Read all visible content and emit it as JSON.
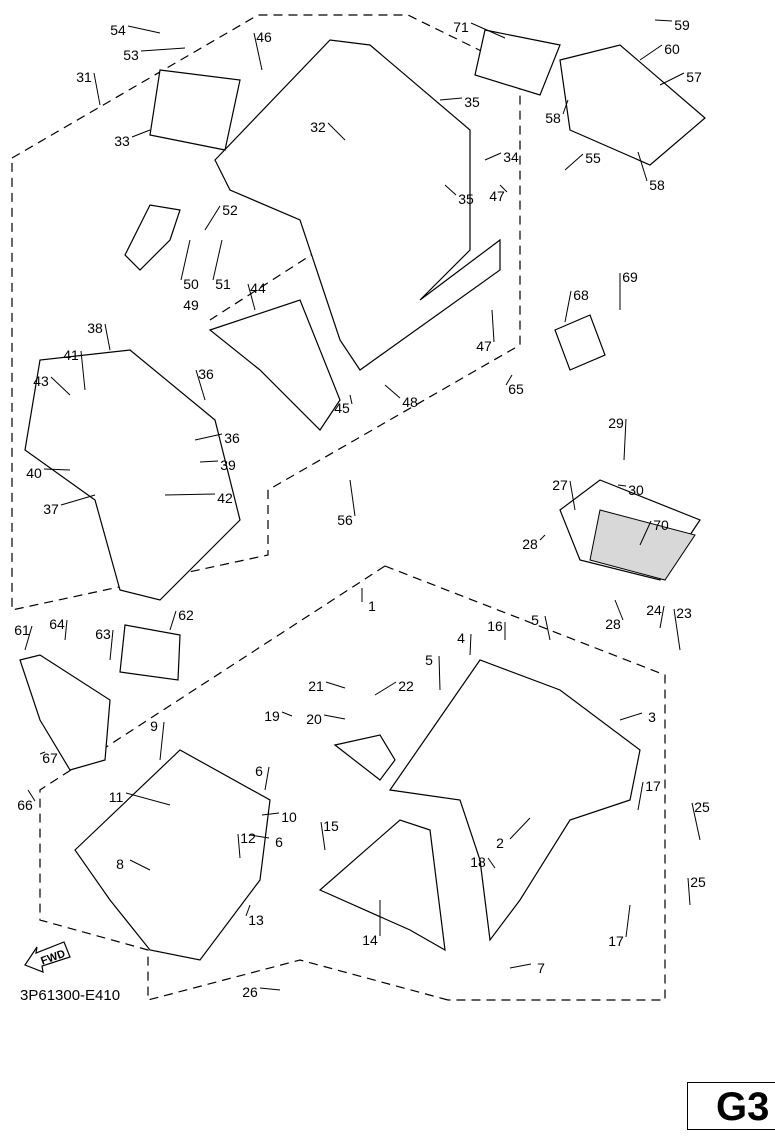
{
  "diagram": {
    "callouts": [
      "54",
      "53",
      "46",
      "31",
      "33",
      "32",
      "35",
      "34",
      "35",
      "47",
      "55",
      "71",
      "59",
      "60",
      "57",
      "58",
      "58",
      "52",
      "50",
      "51",
      "49",
      "44",
      "47",
      "68",
      "69",
      "38",
      "41",
      "43",
      "36",
      "36",
      "39",
      "40",
      "42",
      "37",
      "45",
      "48",
      "65",
      "56",
      "29",
      "30",
      "27",
      "70",
      "28",
      "28",
      "1",
      "62",
      "61",
      "64",
      "63",
      "16",
      "4",
      "5",
      "5",
      "24",
      "23",
      "21",
      "22",
      "19",
      "20",
      "3",
      "9",
      "6",
      "11",
      "10",
      "6",
      "12",
      "8",
      "15",
      "17",
      "25",
      "2",
      "18",
      "25",
      "17",
      "13",
      "14",
      "7",
      "26",
      "66",
      "67"
    ],
    "fwd_label": "FWD",
    "diagram_code": "3P61300-E410",
    "page_label": "G3"
  }
}
